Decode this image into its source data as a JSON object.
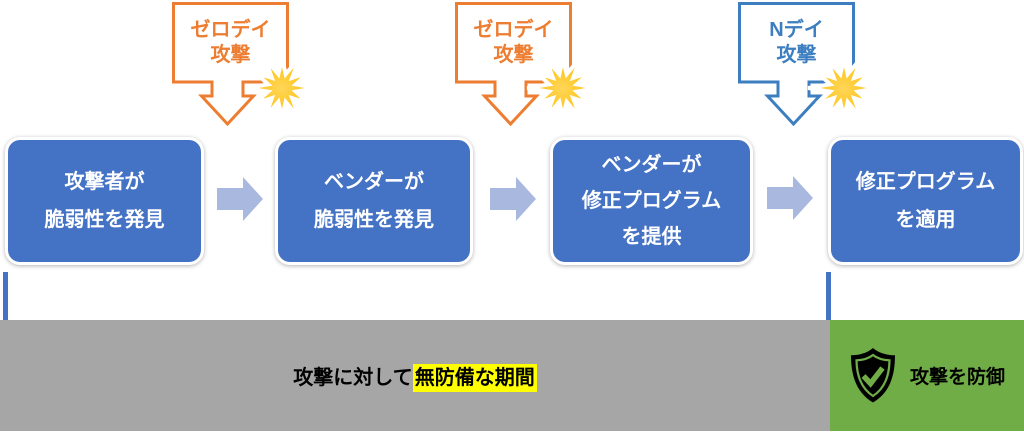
{
  "callouts": [
    {
      "type": "zero-day-attack",
      "line1": "ゼロデイ",
      "line2": "攻撃"
    },
    {
      "type": "zero-day-attack",
      "line1": "ゼロデイ",
      "line2": "攻撃"
    },
    {
      "type": "n-day-attack",
      "line1": "Nデイ",
      "line2": "攻撃"
    }
  ],
  "flow_boxes": [
    {
      "lines": [
        "攻撃者が",
        "脆弱性を発見"
      ]
    },
    {
      "lines": [
        "ベンダーが",
        "脆弱性を発見"
      ]
    },
    {
      "lines": [
        "ベンダーが",
        "修正プログラム",
        "を提供"
      ]
    },
    {
      "lines": [
        "修正プログラム",
        "を適用"
      ]
    }
  ],
  "timeline": {
    "vulnerable_label_plain": "攻撃に対して",
    "vulnerable_label_highlight": "無防備な期間",
    "protected_label": "攻撃を防御"
  },
  "icons": {
    "starburst": "explosion-starburst-icon",
    "shield": "shield-check-icon",
    "flow_arrow": "right-arrow-icon"
  },
  "colors": {
    "box_blue": "#4472C4",
    "arrow_light_blue": "#A9B8DF",
    "callout_orange": "#ED7D31",
    "callout_blue": "#3C7EBF",
    "starburst_gold": "#FFC21E",
    "bar_gray": "#A6A6A6",
    "bar_green": "#70AD47",
    "highlight_yellow": "#FFFF00"
  }
}
